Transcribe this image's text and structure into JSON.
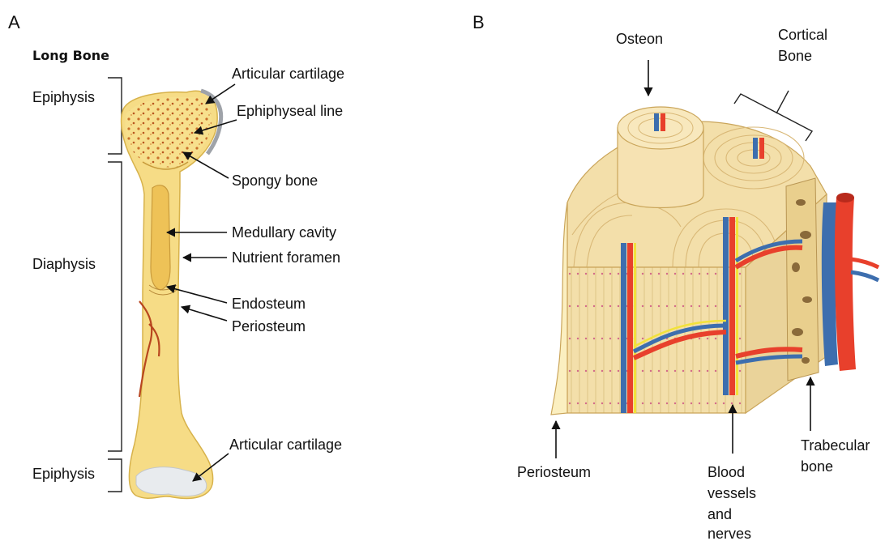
{
  "panels": {
    "a": "A",
    "b": "B"
  },
  "panel_a": {
    "title": "Long Bone",
    "regions": {
      "epiphysis_top": "Epiphysis",
      "diaphysis": "Diaphysis",
      "epiphysis_bottom": "Epiphysis"
    },
    "labels": {
      "articular_cartilage_top": "Articular cartilage",
      "epiphyseal_line": "Ephiphyseal line",
      "spongy_bone": "Spongy bone",
      "medullary_cavity": "Medullary cavity",
      "nutrient_foramen": "Nutrient foramen",
      "endosteum": "Endosteum",
      "periosteum": "Periosteum",
      "articular_cartilage_bottom": "Articular cartilage"
    }
  },
  "panel_b": {
    "labels": {
      "osteon": "Osteon",
      "cortical_bone_1": "Cortical",
      "cortical_bone_2": "Bone",
      "periosteum": "Periosteum",
      "blood_vessels_1": "Blood",
      "blood_vessels_2": "vessels",
      "blood_vessels_3": "and",
      "blood_vessels_4": "nerves",
      "trabecular_1": "Trabecular",
      "trabecular_2": "bone"
    }
  },
  "colors": {
    "bone": "#f6dc86",
    "bone_light": "#fbefc0",
    "cavity": "#eec257",
    "spongy_dot": "#c8702b",
    "cartilage": "#e6e9ee",
    "artery": "#e8402c",
    "vein": "#3d6eae",
    "nerve": "#f2e23a",
    "block": "#f3dfaa",
    "block_side": "#ead39a",
    "lamella": "#d9b877"
  }
}
